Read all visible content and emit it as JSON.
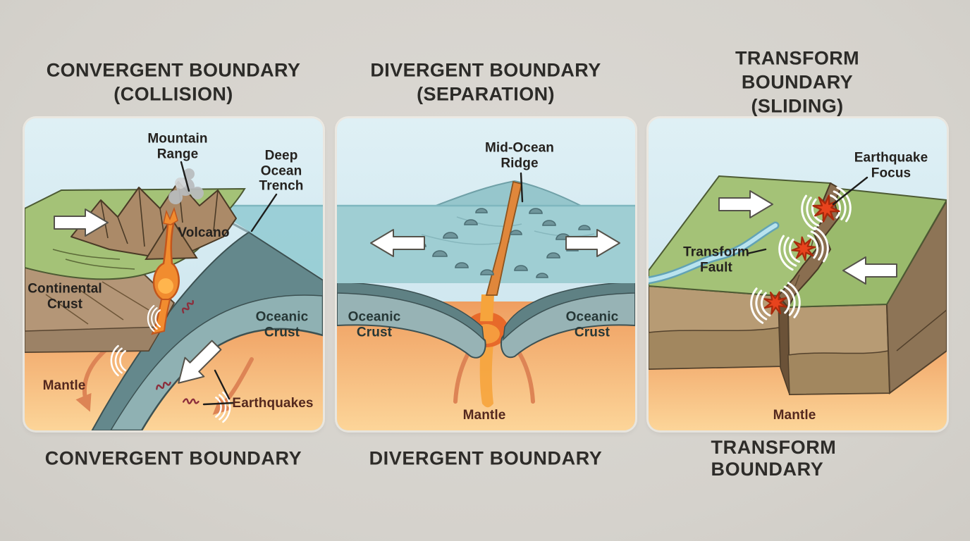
{
  "panels": [
    {
      "title": "CONVERGENT BOUNDARY\n(COLLISION)",
      "caption": "CONVERGENT BOUNDARY",
      "labels": {
        "mountain_range": "Mountain\nRange",
        "deep_ocean_trench": "Deep\nOcean\nTrench",
        "volcano": "Volcano",
        "continental_crust": "Continental\nCrust",
        "oceanic_crust": "Oceanic\nCrust",
        "mantle": "Mantle",
        "earthquakes": "Earthquakes"
      }
    },
    {
      "title": "DIVERGENT BOUNDARY\n(SEPARATION)",
      "caption": "DIVERGENT BOUNDARY",
      "labels": {
        "mid_ocean_ridge": "Mid-Ocean\nRidge",
        "oceanic_crust_left": "Oceanic\nCrust",
        "oceanic_crust_right": "Oceanic\nCrust",
        "mantle": "Mantle"
      }
    },
    {
      "title": "TRANSFORM BOUNDARY\n(SLIDING)",
      "caption": "TRANSFORM BOUNDARY",
      "labels": {
        "earthquake_focus": "Earthquake\nFocus",
        "transform_fault": "Transform\nFault",
        "mantle": "Mantle"
      }
    }
  ],
  "colors": {
    "background": "#d7d4cf",
    "sky": "#d4e9f0",
    "ocean_water": "#9fd0d6",
    "oceanic_crust_slab": "#8fb1b3",
    "oceanic_crust_dark_band": "#64888c",
    "continental_crust": "#b49677",
    "land_green": "#a4c277",
    "mantle_top": "#f0a062",
    "mantle_bottom": "#fbd295",
    "magma_orange": "#f08c2b",
    "earthquake_red": "#e8431d",
    "squiggle_maroon": "#8c2e3c",
    "arrow_white": "#ffffff",
    "mantle_flow_arrow": "#dd8455",
    "title_text": "#2c2b28"
  }
}
